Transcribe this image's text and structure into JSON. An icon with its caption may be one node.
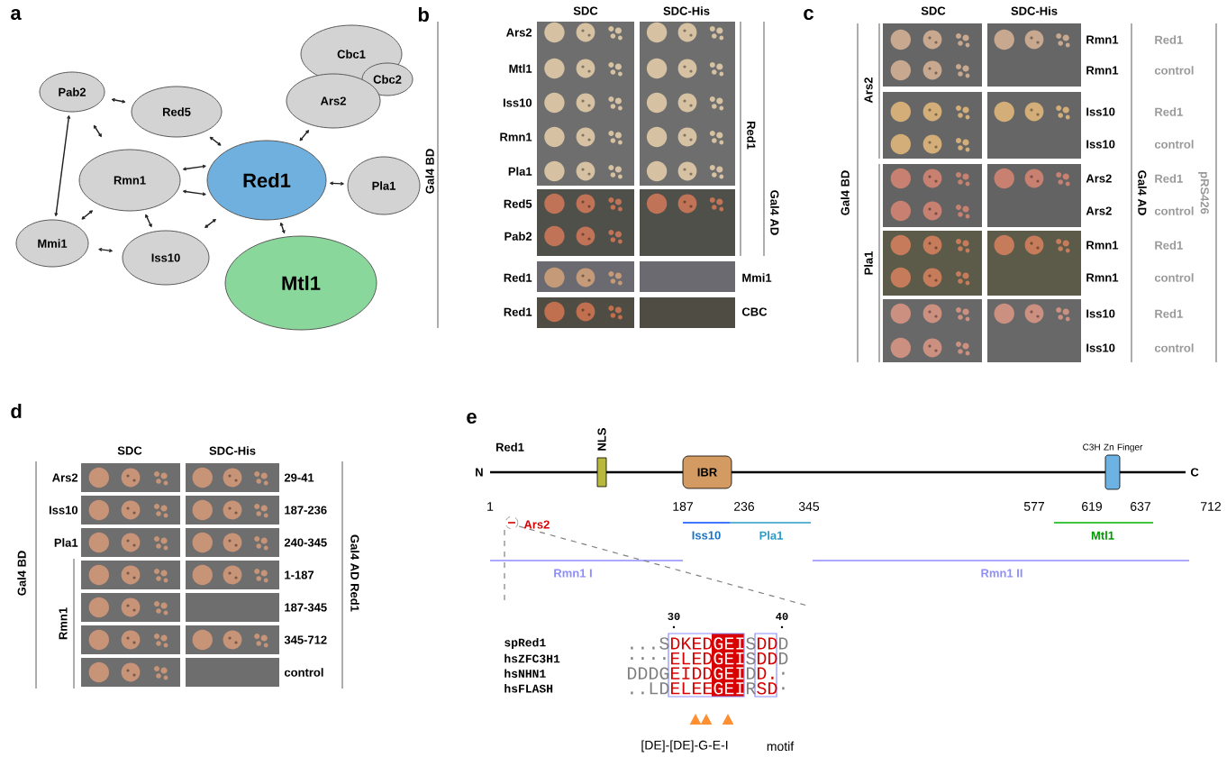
{
  "diagram": {
    "nodes": [
      {
        "text": [
          "Pab2"
        ]
      },
      {
        "text": [
          "Red5"
        ]
      },
      {
        "text": [
          "Cbc1"
        ]
      },
      {
        "text": [
          "Cbc2"
        ]
      },
      {
        "text": [
          "Ars2"
        ]
      },
      {
        "text": [
          "Rmn1"
        ]
      },
      {
        "text": [
          "Red1"
        ]
      },
      {
        "text": [
          "Pla1"
        ]
      },
      {
        "text": [
          "Mmi1"
        ]
      },
      {
        "text": [
          "Iss10"
        ]
      },
      {
        "text": [
          "Mtl1"
        ]
      },
      {
        "text": [
          "NLS"
        ]
      },
      {
        "text": [
          "IBR"
        ]
      },
      {
        "text": [
          "C3H Zn Finger"
        ]
      }
    ],
    "edges": [
      {
        "from": 0,
        "to": 1,
        "arrow": "both"
      },
      {
        "from": 0,
        "to": 5,
        "arrow": "both"
      },
      {
        "from": 0,
        "to": 8,
        "arrow": "both"
      },
      {
        "from": 1,
        "to": 6,
        "arrow": "both"
      },
      {
        "from": 4,
        "to": 6,
        "arrow": "both"
      },
      {
        "from": 6,
        "to": 5,
        "arrow": "both"
      },
      {
        "from": 6,
        "to": 5,
        "arrow": "both"
      },
      {
        "from": 6,
        "to": 7,
        "arrow": "both"
      },
      {
        "from": 6,
        "to": 9,
        "arrow": "both"
      },
      {
        "from": 6,
        "to": 10,
        "arrow": "both"
      },
      {
        "from": 5,
        "to": 8,
        "arrow": "both"
      },
      {
        "from": 5,
        "to": 9,
        "arrow": "both"
      },
      {
        "from": 8,
        "to": 9,
        "arrow": "both"
      }
    ],
    "labels": [
      "a",
      "b",
      "SDC",
      "SDC-His",
      "Gal4 BD",
      "Ars2",
      "Mtl1",
      "Iss10",
      "Rmn1",
      "Pla1",
      "Red5",
      "Pab2",
      "Red1",
      "Red1",
      "Red1",
      "Gal4 AD",
      "Mmi1",
      "CBC",
      "c",
      "SDC",
      "SDC-His",
      "Gal4 BD",
      "Ars2",
      "Pla1",
      "Rmn1",
      "Red1",
      "Rmn1",
      "control",
      "Iss10",
      "Red1",
      "Iss10",
      "control",
      "Ars2",
      "Red1",
      "Ars2",
      "control",
      "Rmn1",
      "Red1",
      "Rmn1",
      "control",
      "Iss10",
      "Red1",
      "Iss10",
      "control",
      "Gal4 AD",
      "pRS426",
      "d",
      "SDC",
      "SDC-His",
      "Gal4 BD",
      "Ars2",
      "Iss10",
      "Pla1",
      "Rmn1",
      "29-41",
      "187-236",
      "240-345",
      "1-187",
      "187-345",
      "345-712",
      "control",
      "Gal4 AD Red1",
      "e",
      "Red1",
      "N",
      "C",
      "1",
      "187",
      "236",
      "345",
      "577",
      "619",
      "637",
      "712",
      "Ars2",
      "Iss10",
      "Pla1",
      "Mtl1",
      "Rmn1 I",
      "Rmn1 II",
      "30",
      "40",
      "spRed1",
      "hsZFC3H1",
      "hsNHN1",
      "hsFLASH",
      "...S",
      "DKED",
      "GEI",
      "S",
      "DD",
      "D",
      "....",
      "ELED",
      "GEI",
      "S",
      "DD",
      "D",
      "DDDG",
      "EIDD",
      "GEI",
      "D",
      "D.",
      ".",
      "..LD",
      "ELEE",
      "GEI",
      "R",
      "SD",
      ".",
      "[DE]-[DE]-G-E-I",
      "motif"
    ]
  }
}
